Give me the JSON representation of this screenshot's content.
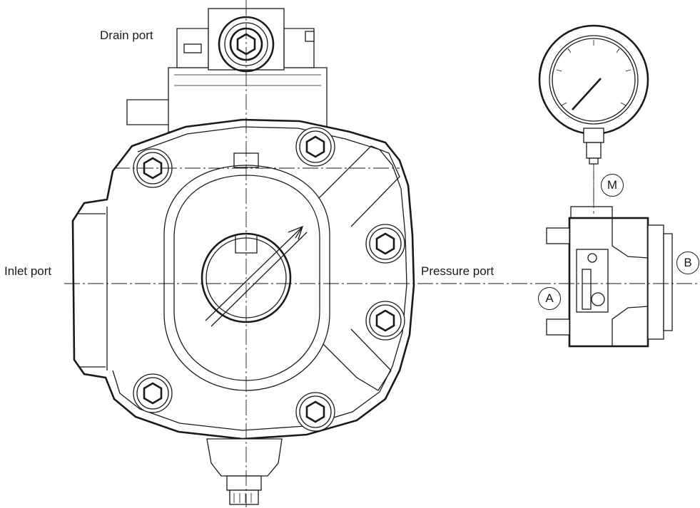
{
  "labels": {
    "drain_port": "Drain port",
    "inlet_port": "Inlet port",
    "pressure_port": "Pressure port",
    "port_a": "A",
    "port_b": "B",
    "port_m": "M"
  }
}
